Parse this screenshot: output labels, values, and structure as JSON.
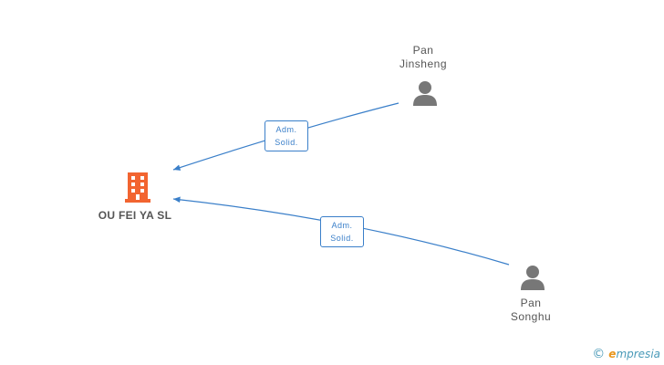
{
  "company": {
    "name": "OU FEI YA  SL",
    "icon": "building-icon",
    "color": "#f26430"
  },
  "persons": [
    {
      "first": "Pan",
      "last": "Jinsheng",
      "icon": "person-icon"
    },
    {
      "first": "Pan",
      "last": "Songhu",
      "icon": "person-icon"
    }
  ],
  "relations": [
    {
      "line1": "Adm.",
      "line2": "Solid."
    },
    {
      "line1": "Adm.",
      "line2": "Solid."
    }
  ],
  "colors": {
    "edge": "#3a7fc9",
    "person": "#777777"
  },
  "brand": {
    "copyright": "©",
    "initial": "e",
    "name": "mpresia"
  }
}
